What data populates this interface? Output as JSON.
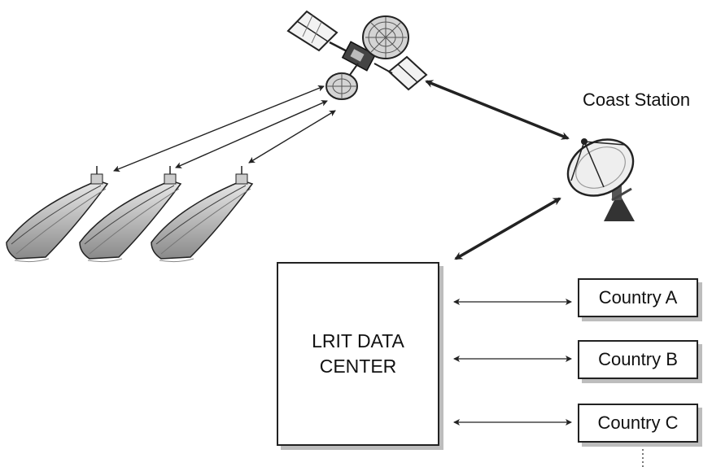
{
  "coast_station": {
    "label": "Coast Station"
  },
  "data_center": {
    "line1": "LRIT DATA",
    "line2": "CENTER"
  },
  "countries": [
    {
      "label": "Country A"
    },
    {
      "label": "Country B"
    },
    {
      "label": "Country C"
    }
  ],
  "colors": {
    "stroke": "#222222",
    "shadow": "#bdbdbd",
    "background": "#ffffff"
  },
  "icons": {
    "satellite": "satellite-icon",
    "dish": "satellite-dish-icon",
    "ship": "tanker-ship-icon"
  }
}
